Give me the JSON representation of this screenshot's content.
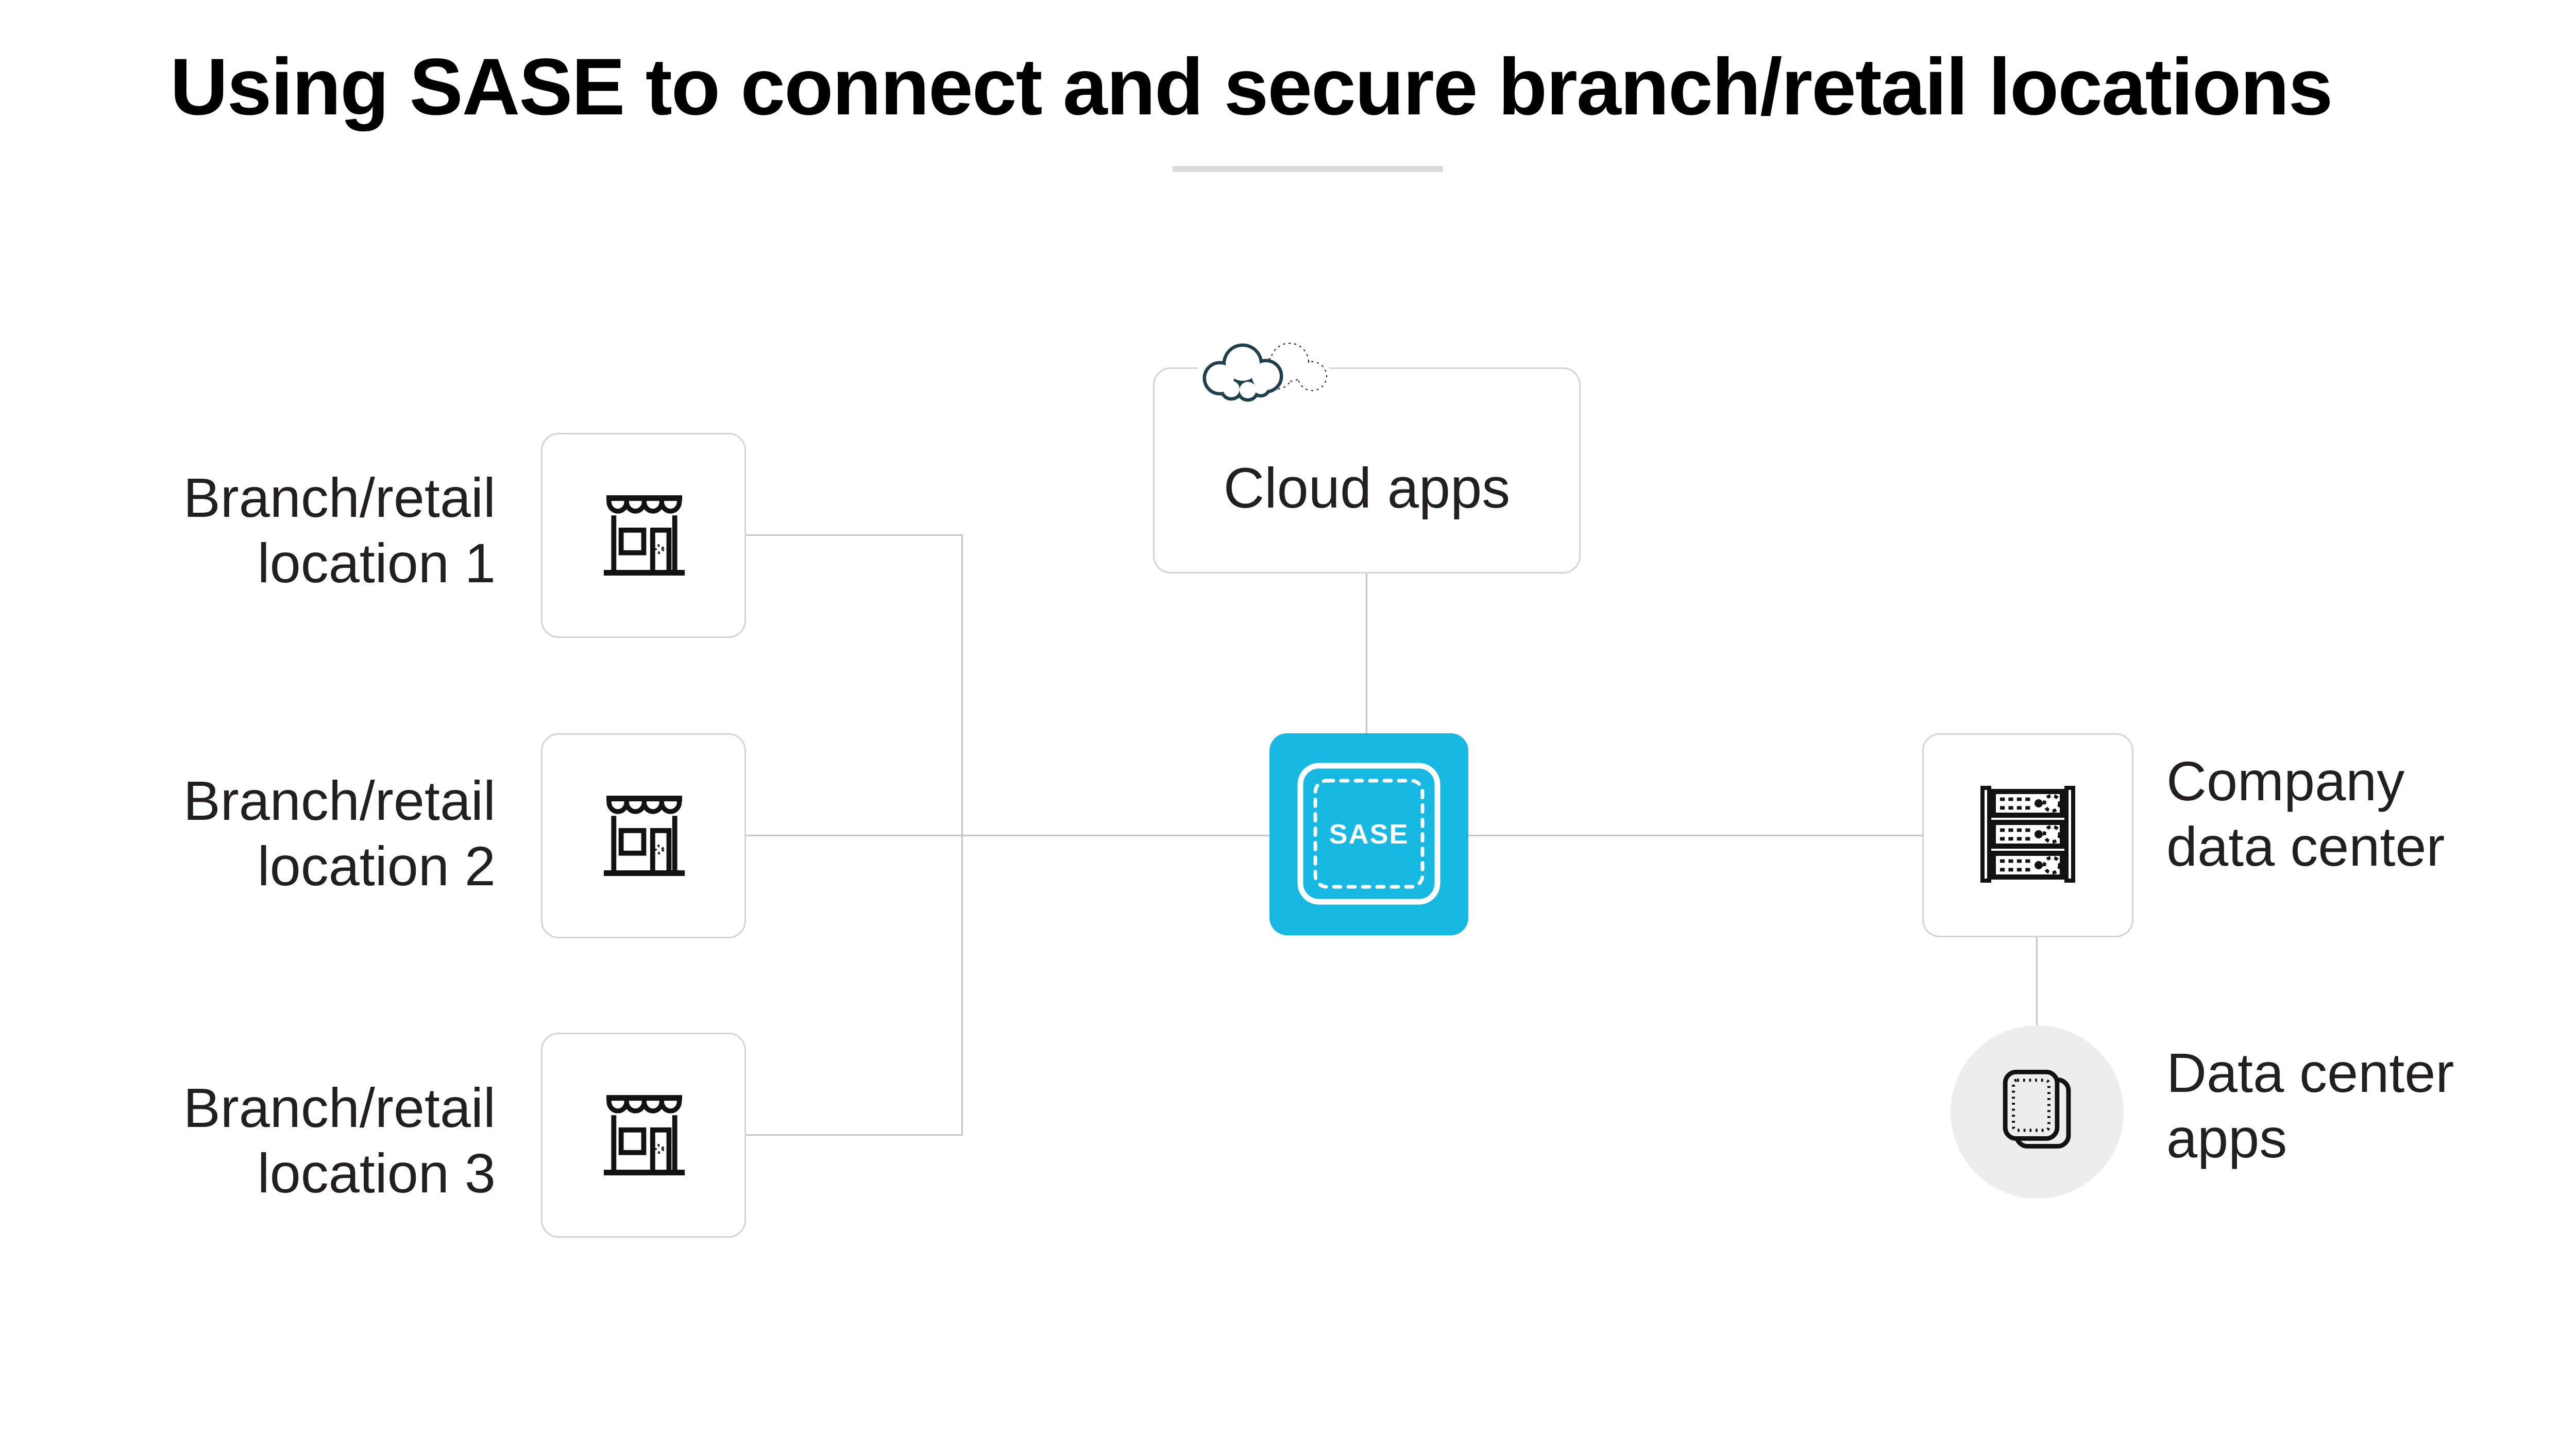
{
  "title": "Using SASE to connect and secure branch/retail locations",
  "branches": [
    {
      "label": "Branch/retail\nlocation 1",
      "icon": "storefront-icon"
    },
    {
      "label": "Branch/retail\nlocation 2",
      "icon": "storefront-icon"
    },
    {
      "label": "Branch/retail\nlocation 3",
      "icon": "storefront-icon"
    }
  ],
  "cloud_apps": {
    "label": "Cloud apps",
    "icon": "cloud-icon"
  },
  "sase": {
    "label": "SASE",
    "icon": "sase-dashed-frame-icon",
    "fill": "#17b8e2"
  },
  "company_data_center": {
    "label": "Company\ndata center",
    "icon": "server-rack-icon"
  },
  "data_center_apps": {
    "label": "Data center\napps",
    "icon": "stacked-app-icon"
  },
  "colors": {
    "background": "#ffffff",
    "accent_cyan": "#17b8e2",
    "node_border": "#d4d4d4",
    "connector": "#c6c6c6",
    "title_underline": "#dcdcdc",
    "text": "#231f20",
    "cloud_stroke": "#20404b",
    "apps_circle_fill": "#ededed"
  }
}
